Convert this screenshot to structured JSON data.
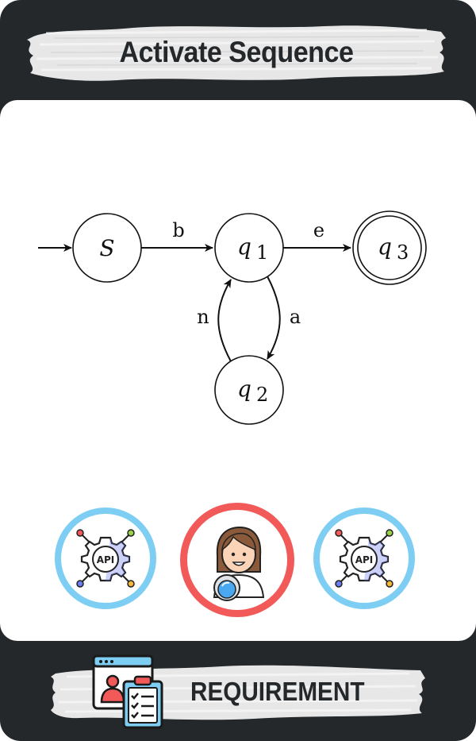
{
  "card": {
    "title": "Activate Sequence",
    "footer_label": "REQUIREMENT",
    "colors": {
      "frame": "#24282b",
      "panel": "#ffffff",
      "api_ring": "#7ecef4",
      "astronaut_ring": "#f25a5a"
    }
  },
  "diagram": {
    "states": [
      {
        "id": "S",
        "label": "S",
        "start": true,
        "accepting": false
      },
      {
        "id": "q1",
        "label": "q",
        "subscript": "1",
        "start": false,
        "accepting": false
      },
      {
        "id": "q3",
        "label": "q",
        "subscript": "3",
        "start": false,
        "accepting": true
      },
      {
        "id": "q2",
        "label": "q",
        "subscript": "2",
        "start": false,
        "accepting": false
      }
    ],
    "transitions": [
      {
        "from": "S",
        "to": "q1",
        "label": "b"
      },
      {
        "from": "q1",
        "to": "q3",
        "label": "e"
      },
      {
        "from": "q1",
        "to": "q2",
        "label": "a"
      },
      {
        "from": "q2",
        "to": "q1",
        "label": "n"
      }
    ]
  },
  "tokens": [
    {
      "icon": "api-gear-icon",
      "text": "API",
      "ring": "blue"
    },
    {
      "icon": "astronaut-icon",
      "ring": "red"
    },
    {
      "icon": "api-gear-icon",
      "text": "API",
      "ring": "blue"
    }
  ],
  "footer": {
    "icon": "profile-checklist-icon"
  }
}
